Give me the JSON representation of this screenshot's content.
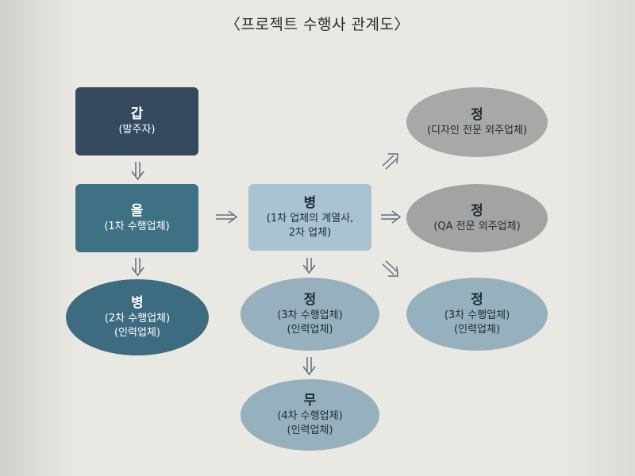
{
  "title": "〈프로젝트 수행사 관계도〉",
  "nodes": {
    "gap": {
      "head": "갑",
      "sub": [
        "(발주자)"
      ],
      "color": "#354a5e"
    },
    "eul": {
      "head": "을",
      "sub": [
        "(1차 수행업체)"
      ],
      "color": "#3f7185"
    },
    "byeong_left": {
      "head": "병",
      "sub": [
        "(2차 수행업체)",
        "(인력업체)"
      ],
      "color": "#3d6b80"
    },
    "byeong_mid": {
      "head": "병",
      "sub": [
        "(1차 업체의 계열사,",
        "2차 업체)"
      ],
      "color": "#a9c3d3"
    },
    "jeong_mid": {
      "head": "정",
      "sub": [
        "(3차 수행업체)",
        "(인력업체)"
      ],
      "color": "#97b0be"
    },
    "mu": {
      "head": "무",
      "sub": [
        "(4차 수행업체)",
        "(인력업체)"
      ],
      "color": "#97b0be"
    },
    "jeong_design": {
      "head": "정",
      "sub": [
        "(디자인 전문 외주업체)"
      ],
      "color": "#a7a8a8"
    },
    "jeong_qa": {
      "head": "정",
      "sub": [
        "(QA 전문 외주업체)"
      ],
      "color": "#a2a3a3"
    },
    "jeong_right": {
      "head": "정",
      "sub": [
        "(3차 수행업체)",
        "(인력업체)"
      ],
      "color": "#97b0be"
    }
  }
}
